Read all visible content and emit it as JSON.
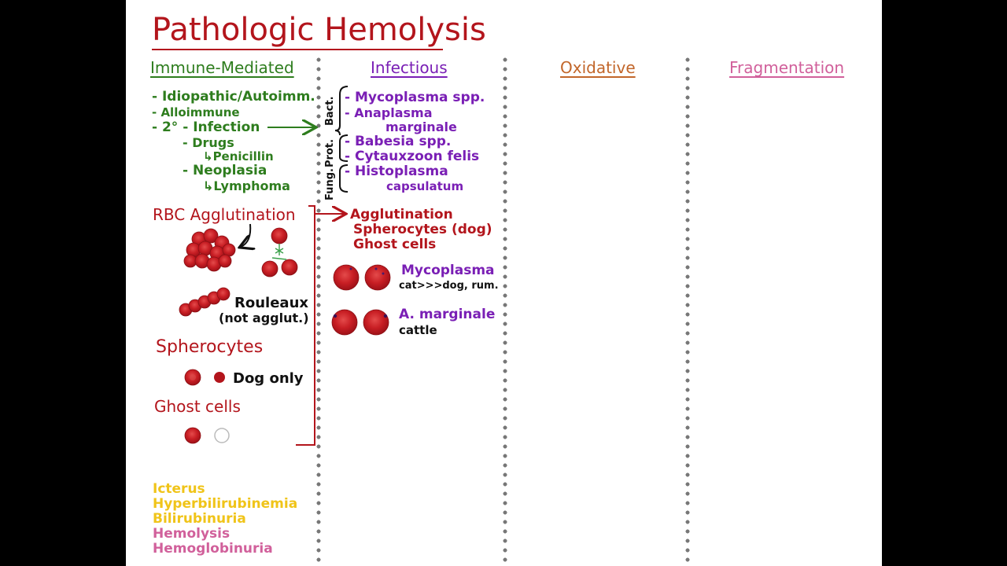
{
  "title": "Pathologic Hemolysis",
  "columns": {
    "immune": "Immune-Mediated",
    "infectious": "Infectious",
    "oxidative": "Oxidative",
    "fragmentation": "Fragmentation"
  },
  "immune_list": {
    "idiopathic": "- Idiopathic/Autoimm.",
    "alloimmune": "- Alloimmune",
    "secondary": "- 2° - Infection",
    "drugs": "- Drugs",
    "penicillin": "↳Penicillin",
    "neoplasia": "- Neoplasia",
    "lymphoma": "↳Lymphoma"
  },
  "vertical_labels": {
    "bact": "Bact.",
    "prot": "Prot.",
    "fung": "Fung."
  },
  "infectious_list": {
    "mycoplasma": "- Mycoplasma spp.",
    "anaplasma": "- Anaplasma",
    "marginale": "marginale",
    "babesia": "- Babesia spp.",
    "cytauxzoon": "- Cytauxzoon felis",
    "histoplasma": "- Histoplasma",
    "capsulatum": "capsulatum"
  },
  "findings": {
    "rbc_agglutination": "RBC Agglutination",
    "rouleaux": "Rouleaux",
    "not_agglut": "(not agglut.)",
    "spherocytes": "Spherocytes",
    "dog_only": "Dog only",
    "ghost_cells": "Ghost cells"
  },
  "arrow_list": {
    "agglutination": "Agglutination",
    "spherocytes_dog": "Spherocytes (dog)",
    "ghost_cells": "Ghost cells"
  },
  "organisms": {
    "mycoplasma": "Mycoplasma",
    "mycoplasma_species": "cat>>>dog, rum.",
    "anaplasma": "A. marginale",
    "anaplasma_species": "cattle"
  },
  "bottom_list": {
    "icterus": "Icterus",
    "hyperbilirubinemia": "Hyperbilirubinemia",
    "bilirubinuria": "Bilirubinuria",
    "hemolysis": "Hemolysis",
    "hemoglobinuria": "Hemoglobinuria"
  },
  "colors": {
    "red": "#b3151c",
    "green": "#2e7d1e",
    "purple": "#7a1fb5",
    "orange": "#c2662a",
    "pink": "#d1609b",
    "yellow": "#f0c419"
  }
}
